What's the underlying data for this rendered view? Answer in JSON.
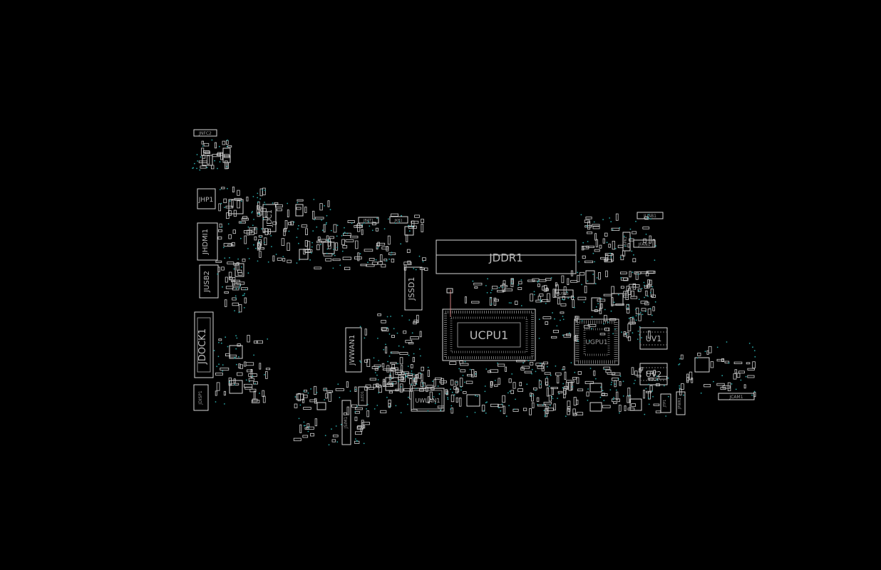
{
  "board": {
    "background": "#000000",
    "outline_color": "#d6d6d6",
    "via_color": "#2aa6a6",
    "marker_color": "#d08080"
  },
  "labels": {
    "jdbc2": "JNFC2",
    "jhp1": "JHP1",
    "jdc1": "JDC1",
    "jhdmi1": "JHDMI1",
    "jusb2": "JUSB2",
    "jdock1": "JDOCK1",
    "jdisp1": "JDISP1",
    "jwwan1": "JWWAN1",
    "jssd1": "JSSD1",
    "jddr1": "JDDR1",
    "ucpu1": "UCPU1",
    "ugpu1": "UGPU1",
    "uv1": "UV1",
    "uv2": "UV2",
    "uwlan1": "UWLAN1",
    "jusb1": "JUSB1",
    "jfan1": "JFAN1",
    "jcam1": "JCAM1",
    "jspk1": "JSPK1",
    "jpwr1": "JPWR1",
    "jtp1": "JTP1",
    "jkb1": "JKB1",
    "jbat1": "JBAT1",
    "jled1": "JLED1",
    "jsim1": "JSIM1",
    "usb3": "USB3"
  }
}
